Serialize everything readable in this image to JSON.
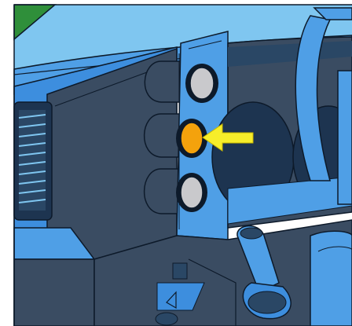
{
  "figure": {
    "subject": "car-dashboard-illustration",
    "indicator_lights": [
      {
        "name": "upper-switch",
        "state": "off",
        "color": "#c9c9cc"
      },
      {
        "name": "middle-switch",
        "state": "highlighted",
        "color": "#f4a20c"
      },
      {
        "name": "lower-switch",
        "state": "off",
        "color": "#c9c9cc"
      }
    ],
    "pointer_color": "#f7ee2a",
    "palette": {
      "sky_blue": "#7fc6f0",
      "dash_blue": "#3d8ede",
      "panel_blue": "#4f9fe6",
      "dark_steel": "#3a4c62",
      "navy": "#1d3450",
      "outline": "#0d1a2a",
      "windshield_green": "#2f8f3a"
    }
  }
}
